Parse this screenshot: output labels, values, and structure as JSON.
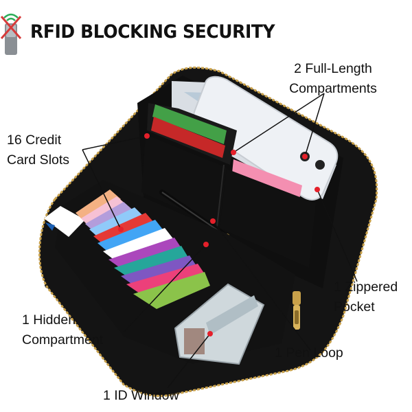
{
  "title": "RFID BLOCKING SECURITY",
  "callouts": {
    "full_length_line1": "2 Full-Length",
    "full_length_line2": "Compartments",
    "credit_slots_line1": "16 Credit",
    "credit_slots_line2": "Card Slots",
    "zippered_line1": "1 Zippered",
    "zippered_line2": "Pocket",
    "hidden_line1": "1 Hidden",
    "hidden_line2": "Compartment",
    "pen_loop": "1 Pen Loop",
    "id_window": "1 ID Window"
  },
  "icons": [
    "rfid-blocked-card-icon"
  ],
  "colors": {
    "wallet": "#141414",
    "zipper": "#c9a14a",
    "callout_dot": "#e4202a",
    "text": "#111111"
  }
}
